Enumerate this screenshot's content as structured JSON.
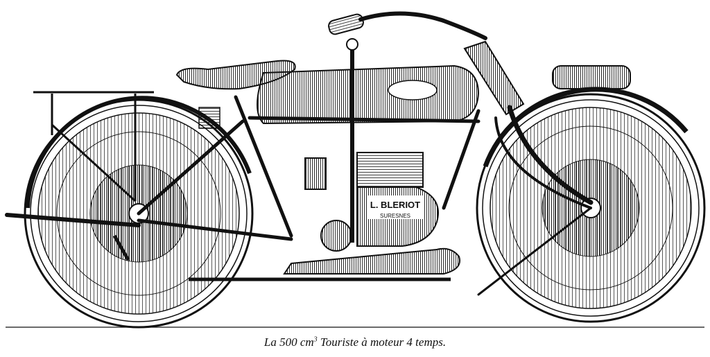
{
  "caption": {
    "prefix": "La 500 cm",
    "superscript": "3",
    "suffix": " Touriste à moteur 4 temps."
  },
  "engine_lettering": {
    "maker": "L. BLERIOT",
    "town": "SURESNES"
  },
  "colors": {
    "ink": "#111111",
    "paper": "#ffffff"
  }
}
